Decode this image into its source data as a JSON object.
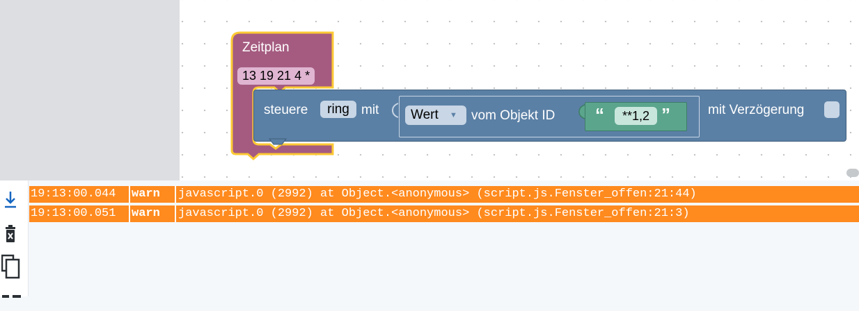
{
  "workspace": {
    "zeitplan_block": {
      "title": "Zeitplan",
      "cron": "13 19 21 4 *"
    },
    "steuere_block": {
      "label_steuere": "steuere",
      "variable": "ring",
      "label_mit": "mit",
      "value_dropdown": "Wert",
      "label_vom_objekt": "vom Objekt ID",
      "object_id": "**1,2",
      "label_delay": "mit Verzögerung"
    },
    "colors": {
      "zeitplan": "#a55b80",
      "zeitplan_highlight": "#fcc934",
      "steuere": "#5b80a5",
      "string": "#5ba58c"
    }
  },
  "log": {
    "tools": [
      "scroll-down-icon",
      "clear-log-icon",
      "copy-icon",
      "more-icon"
    ],
    "rows": [
      {
        "time": "19:13:00.044",
        "level": "warn",
        "message": "javascript.0 (2992) at Object.<anonymous> (script.js.Fenster_offen:21:44)"
      },
      {
        "time": "19:13:00.051",
        "level": "warn",
        "message": "javascript.0 (2992) at Object.<anonymous> (script.js.Fenster_offen:21:3)"
      }
    ],
    "warn_color": "#ff8a1e"
  }
}
